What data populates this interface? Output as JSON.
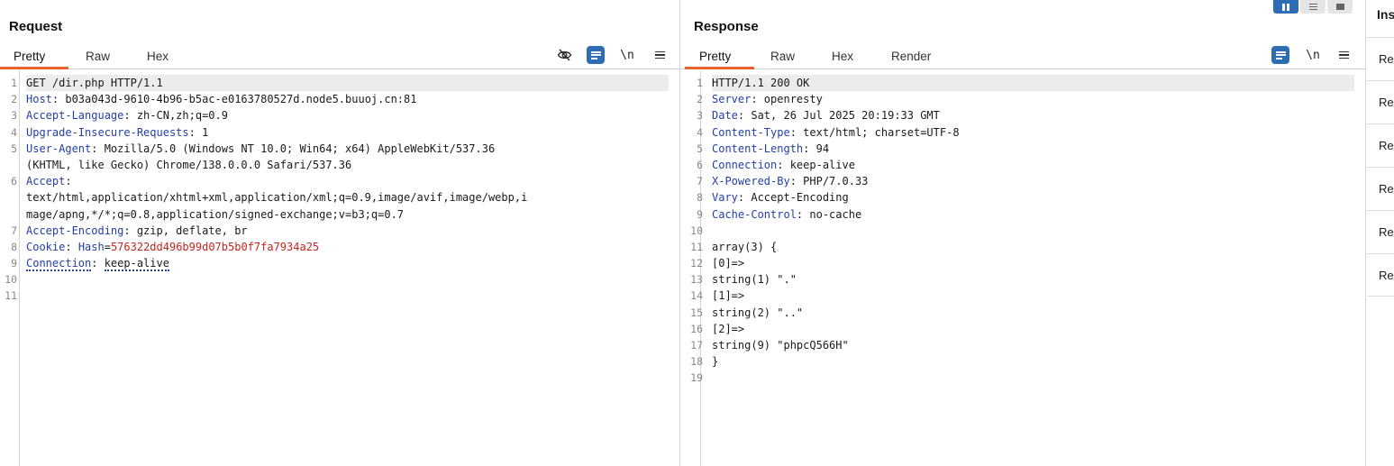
{
  "request": {
    "title": "Request",
    "tabs": [
      "Pretty",
      "Raw",
      "Hex"
    ],
    "active_tab": "Pretty",
    "toolbar": {
      "hide_icon": "eye-slash-icon",
      "wrap_icon": "wrap-lines-icon",
      "newline_label": "\\n",
      "menu_icon": "hamburger-menu-icon"
    },
    "lines": [
      {
        "num": "1",
        "parts": [
          {
            "t": "GET /dir.php HTTP/1.1",
            "c": "v"
          }
        ]
      },
      {
        "num": "2",
        "parts": [
          {
            "t": "Host",
            "c": "k"
          },
          {
            "t": ": b03a043d-9610-4b96-b5ac-e0163780527d.node5.buuoj.cn:81",
            "c": "v"
          }
        ]
      },
      {
        "num": "3",
        "parts": [
          {
            "t": "Accept-Language",
            "c": "k"
          },
          {
            "t": ": zh-CN,zh;q=0.9",
            "c": "v"
          }
        ]
      },
      {
        "num": "4",
        "parts": [
          {
            "t": "Upgrade-Insecure-Requests",
            "c": "k"
          },
          {
            "t": ": 1",
            "c": "v"
          }
        ]
      },
      {
        "num": "5",
        "parts": [
          {
            "t": "User-Agent",
            "c": "k"
          },
          {
            "t": ": Mozilla/5.0 (Windows NT 10.0; Win64; x64) AppleWebKit/537.36",
            "c": "v"
          }
        ]
      },
      {
        "num": "",
        "parts": [
          {
            "t": "(KHTML, like Gecko) Chrome/138.0.0.0 Safari/537.36",
            "c": "v"
          }
        ]
      },
      {
        "num": "6",
        "parts": [
          {
            "t": "Accept",
            "c": "k"
          },
          {
            "t": ":",
            "c": "v"
          }
        ]
      },
      {
        "num": "",
        "parts": [
          {
            "t": "text/html,application/xhtml+xml,application/xml;q=0.9,image/avif,image/webp,i",
            "c": "v"
          }
        ]
      },
      {
        "num": "",
        "parts": [
          {
            "t": "mage/apng,*/*;q=0.8,application/signed-exchange;v=b3;q=0.7",
            "c": "v"
          }
        ]
      },
      {
        "num": "7",
        "parts": [
          {
            "t": "Accept-Encoding",
            "c": "k"
          },
          {
            "t": ": gzip, deflate, br",
            "c": "v"
          }
        ]
      },
      {
        "num": "8",
        "parts": [
          {
            "t": "Cookie",
            "c": "k"
          },
          {
            "t": ": ",
            "c": "v"
          },
          {
            "t": "Hash",
            "c": "k"
          },
          {
            "t": "=",
            "c": "v"
          },
          {
            "t": "576322dd496b99d07b5b0f7fa7934a25",
            "c": "hv"
          }
        ]
      },
      {
        "num": "9",
        "parts": [
          {
            "t": "Connection",
            "c": "k dotted"
          },
          {
            "t": ": ",
            "c": "v"
          },
          {
            "t": "keep-alive",
            "c": "v dotted"
          }
        ]
      },
      {
        "num": "10",
        "parts": []
      },
      {
        "num": "11",
        "parts": []
      }
    ]
  },
  "response": {
    "title": "Response",
    "tabs": [
      "Pretty",
      "Raw",
      "Hex",
      "Render"
    ],
    "active_tab": "Pretty",
    "toolbar": {
      "wrap_icon": "wrap-lines-icon",
      "newline_label": "\\n",
      "menu_icon": "hamburger-menu-icon"
    },
    "lines": [
      {
        "num": "1",
        "parts": [
          {
            "t": "HTTP/1.1 200 OK",
            "c": "v"
          }
        ]
      },
      {
        "num": "2",
        "parts": [
          {
            "t": "Server",
            "c": "k"
          },
          {
            "t": ": openresty",
            "c": "v"
          }
        ]
      },
      {
        "num": "3",
        "parts": [
          {
            "t": "Date",
            "c": "k"
          },
          {
            "t": ": Sat, 26 Jul 2025 20:19:33 GMT",
            "c": "v"
          }
        ]
      },
      {
        "num": "4",
        "parts": [
          {
            "t": "Content-Type",
            "c": "k"
          },
          {
            "t": ": text/html; charset=UTF-8",
            "c": "v"
          }
        ]
      },
      {
        "num": "5",
        "parts": [
          {
            "t": "Content-Length",
            "c": "k"
          },
          {
            "t": ": 94",
            "c": "v"
          }
        ]
      },
      {
        "num": "6",
        "parts": [
          {
            "t": "Connection",
            "c": "k"
          },
          {
            "t": ": keep-alive",
            "c": "v"
          }
        ]
      },
      {
        "num": "7",
        "parts": [
          {
            "t": "X-Powered-By",
            "c": "k"
          },
          {
            "t": ": PHP/7.0.33",
            "c": "v"
          }
        ]
      },
      {
        "num": "8",
        "parts": [
          {
            "t": "Vary",
            "c": "k"
          },
          {
            "t": ": Accept-Encoding",
            "c": "v"
          }
        ]
      },
      {
        "num": "9",
        "parts": [
          {
            "t": "Cache-Control",
            "c": "k"
          },
          {
            "t": ": no-cache",
            "c": "v"
          }
        ]
      },
      {
        "num": "10",
        "parts": []
      },
      {
        "num": "11",
        "parts": [
          {
            "t": "array(3) {",
            "c": "v"
          }
        ]
      },
      {
        "num": "12",
        "parts": [
          {
            "t": "[0]=>",
            "c": "v"
          }
        ]
      },
      {
        "num": "13",
        "parts": [
          {
            "t": "string(1) \".\"",
            "c": "v"
          }
        ]
      },
      {
        "num": "14",
        "parts": [
          {
            "t": "[1]=>",
            "c": "v"
          }
        ]
      },
      {
        "num": "15",
        "parts": [
          {
            "t": "string(2) \"..\"",
            "c": "v"
          }
        ]
      },
      {
        "num": "16",
        "parts": [
          {
            "t": "[2]=>",
            "c": "v"
          }
        ]
      },
      {
        "num": "17",
        "parts": [
          {
            "t": "string(9) \"phpcQ566H\"",
            "c": "v"
          }
        ]
      },
      {
        "num": "18",
        "parts": [
          {
            "t": "}",
            "c": "v"
          }
        ]
      },
      {
        "num": "19",
        "parts": []
      }
    ]
  },
  "inspector": {
    "title": "Ins",
    "rows": [
      "Re",
      "Re",
      "Re",
      "Re",
      "Re",
      "Re"
    ]
  },
  "view_toggle": [
    "split-columns-icon",
    "split-rows-icon",
    "single-pane-icon"
  ],
  "colors": {
    "accent": "#e8632b",
    "button_blue": "#2c6db3",
    "header_key": "#233fa8",
    "cookie_value": "#c1271f"
  }
}
